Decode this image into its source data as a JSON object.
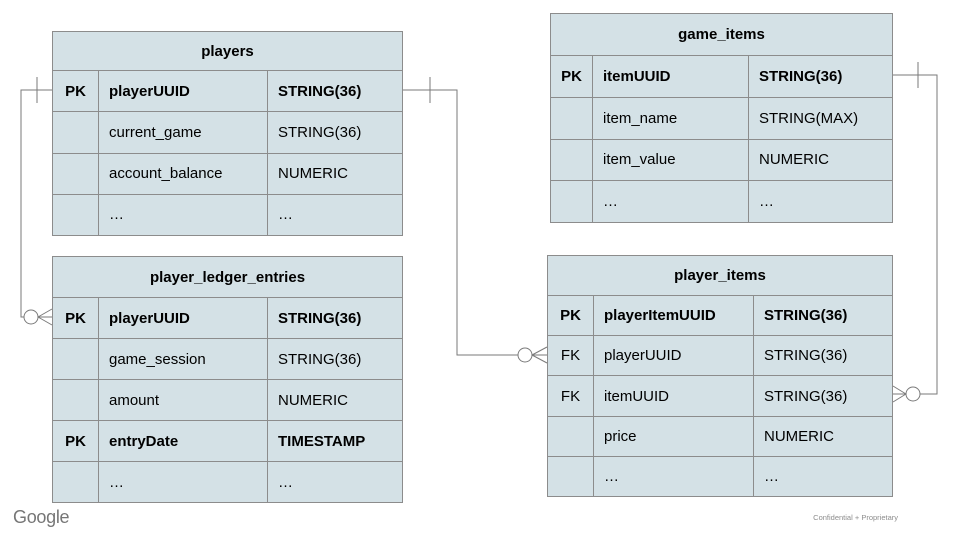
{
  "page": {
    "brand": "Google",
    "footer_note": "Confidential + Proprietary"
  },
  "colors": {
    "table_fill": "#d4e1e6",
    "table_border": "#8c8c8c",
    "connector_line": "#7a7a7a",
    "text": "#000000",
    "footer_gray": "#8d8d8d"
  },
  "tables": {
    "players": {
      "title": "players",
      "rows": [
        {
          "key": "PK",
          "name": "playerUUID",
          "type": "STRING(36)"
        },
        {
          "key": "",
          "name": "current_game",
          "type": "STRING(36)"
        },
        {
          "key": "",
          "name": "account_balance",
          "type": "NUMERIC"
        },
        {
          "key": "",
          "name": "…",
          "type": "…"
        }
      ]
    },
    "game_items": {
      "title": "game_items",
      "rows": [
        {
          "key": "PK",
          "name": "itemUUID",
          "type": "STRING(36)"
        },
        {
          "key": "",
          "name": "item_name",
          "type": "STRING(MAX)"
        },
        {
          "key": "",
          "name": "item_value",
          "type": "NUMERIC"
        },
        {
          "key": "",
          "name": "…",
          "type": "…"
        }
      ]
    },
    "player_ledger_entries": {
      "title": "player_ledger_entries",
      "rows": [
        {
          "key": "PK",
          "name": "playerUUID",
          "type": "STRING(36)"
        },
        {
          "key": "",
          "name": "game_session",
          "type": "STRING(36)"
        },
        {
          "key": "",
          "name": "amount",
          "type": "NUMERIC"
        },
        {
          "key": "PK",
          "name": "entryDate",
          "type": "TIMESTAMP"
        },
        {
          "key": "",
          "name": "…",
          "type": "…"
        }
      ]
    },
    "player_items": {
      "title": "player_items",
      "rows": [
        {
          "key": "PK",
          "name": "playerItemUUID",
          "type": "STRING(36)"
        },
        {
          "key": "FK",
          "name": "playerUUID",
          "type": "STRING(36)"
        },
        {
          "key": "FK",
          "name": "itemUUID",
          "type": "STRING(36)"
        },
        {
          "key": "",
          "name": "price",
          "type": "NUMERIC"
        },
        {
          "key": "",
          "name": "…",
          "type": "…"
        }
      ]
    }
  },
  "relationships": [
    {
      "from": "players.playerUUID",
      "to": "player_ledger_entries.playerUUID",
      "from_cardinality": "one",
      "to_cardinality": "zero-or-many"
    },
    {
      "from": "players.playerUUID",
      "to": "player_items.playerUUID",
      "from_cardinality": "one",
      "to_cardinality": "zero-or-many"
    },
    {
      "from": "game_items.itemUUID",
      "to": "player_items.itemUUID",
      "from_cardinality": "one",
      "to_cardinality": "zero-or-many"
    }
  ]
}
